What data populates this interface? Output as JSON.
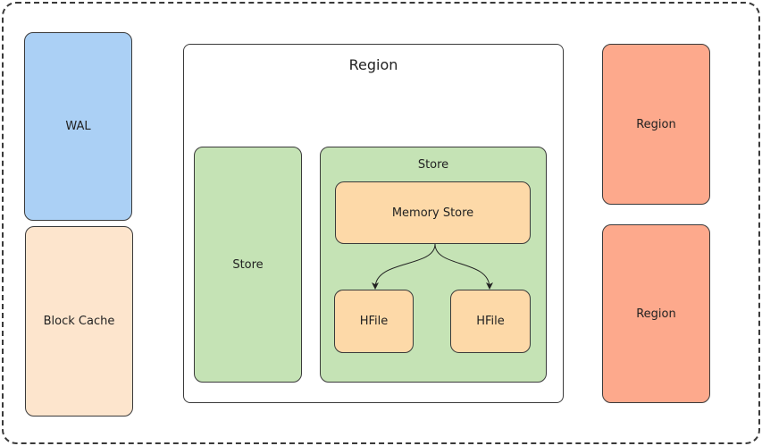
{
  "diagram": {
    "wal_label": "WAL",
    "block_cache_label": "Block Cache",
    "region_main_label": "Region",
    "store_left_label": "Store",
    "store_right_label": "Store",
    "memory_store_label": "Memory Store",
    "hfile_1_label": "HFile",
    "hfile_2_label": "HFile",
    "region_right_1_label": "Region",
    "region_right_2_label": "Region"
  },
  "colors": {
    "wal": "#abd0f5",
    "block_cache": "#fde5cd",
    "store": "#c5e3b5",
    "memory_store": "#fdd9a8",
    "hfile": "#fdd9a8",
    "region_side": "#fda98c",
    "border": "#3a3a3a"
  },
  "edges": [
    {
      "from": "memory-store",
      "to": "hfile-1"
    },
    {
      "from": "memory-store",
      "to": "hfile-2"
    }
  ]
}
